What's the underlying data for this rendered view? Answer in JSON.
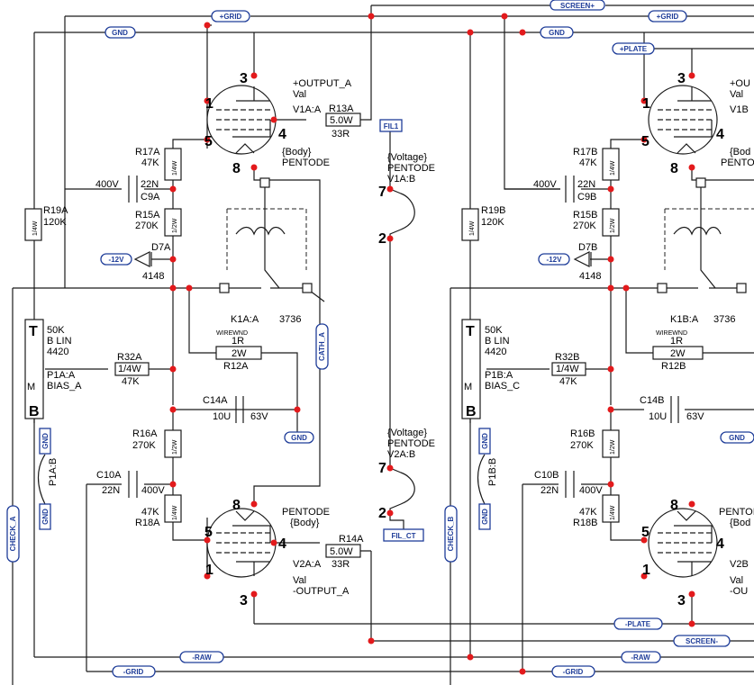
{
  "flags": {
    "plus_grid": "+GRID",
    "screen_plus": "SCREEN+",
    "gnd": "GND",
    "plus_plate": "+PLATE",
    "fil1": "FIL1",
    "minus_12v": "-12V",
    "cath_a": "CATH_A",
    "check_a": "CHECK_A",
    "check_b": "CHECK_B",
    "fil_ct": "FIL_CT",
    "minus_plate": "-PLATE",
    "screen_minus": "SCREEN-",
    "minus_raw": "-RAW",
    "minus_grid": "-GRID"
  },
  "tube_v1a": {
    "net": "+OUTPUT_A",
    "value": "Val",
    "ref": "V1A:A",
    "body": "{Body}",
    "type": "PENTODE",
    "pins": {
      "plate": "3",
      "grid1": "1",
      "grid2": "5",
      "cathode": "4",
      "heater": "8"
    }
  },
  "tube_v2a": {
    "net": "-OUTPUT_A",
    "value": "Val",
    "ref": "V2A:A",
    "body": "{Body}",
    "type": "PENTODE",
    "pins": {
      "plate": "3",
      "grid1": "1",
      "grid2": "5",
      "cathode": "4",
      "heater": "8"
    }
  },
  "tube_v1b": {
    "net": "+OU",
    "value": "Val",
    "ref": "V1B",
    "body": "{Bod",
    "type": "PENTO",
    "pins": {
      "plate": "3",
      "grid1": "1",
      "grid2": "5",
      "cathode": "4",
      "heater": "8"
    }
  },
  "tube_v2b": {
    "net": "-OU",
    "value": "Val",
    "ref": "V2B",
    "body": "{Bod",
    "type": "PENTOI",
    "pins": {
      "plate": "3",
      "grid1": "1",
      "grid2": "5",
      "cathode": "4",
      "heater": "8"
    }
  },
  "heater_a": {
    "voltage": "{Voltage}",
    "type": "PENTODE",
    "ref_top": "V1A:B",
    "ref_bot": "V2A:B",
    "pin7": "7",
    "pin2": "2"
  },
  "parts_a": {
    "r13": {
      "ref": "R13A",
      "body": "5.0W",
      "value": "33R"
    },
    "r14": {
      "ref": "R14A",
      "body": "5.0W",
      "value": "33R"
    },
    "r17": {
      "ref": "R17A",
      "value": "47K",
      "body": "1/4W"
    },
    "r15": {
      "ref": "R15A",
      "value": "270K",
      "body": "1/2W"
    },
    "r16": {
      "ref": "R16A",
      "value": "270K",
      "body": "1/2W"
    },
    "r18": {
      "ref": "R18A",
      "value": "47K",
      "body": "1/4W"
    },
    "r19": {
      "ref": "R19A",
      "value": "120K",
      "body": "1/4W"
    },
    "r32": {
      "ref": "R32A",
      "body": "1/4W",
      "value": "47K"
    },
    "r12": {
      "ref": "R12A",
      "value": "1R",
      "body": "2W",
      "note": "WIREWND"
    },
    "c9": {
      "ref": "C9A",
      "value": "22N",
      "voltage": "400V"
    },
    "c10": {
      "ref": "C10A",
      "value": "22N",
      "voltage": "400V"
    },
    "c14": {
      "ref": "C14A",
      "value": "10U",
      "voltage": "63V"
    },
    "d7": {
      "ref": "D7A",
      "value": "4148"
    },
    "k1": {
      "ref": "K1A:A",
      "value": "3736"
    },
    "p1": {
      "value": "50K",
      "taper": "B LIN",
      "part": "4420",
      "ref": "P1A:A",
      "net": "BIAS_A",
      "pin_t": "T",
      "pin_m": "M",
      "pin_b": "B"
    },
    "jumper": "P1A:B"
  },
  "parts_b": {
    "r17": {
      "ref": "R17B",
      "value": "47K",
      "body": "1/4W"
    },
    "r15": {
      "ref": "R15B",
      "value": "270K",
      "body": "1/2W"
    },
    "r16": {
      "ref": "R16B",
      "value": "270K",
      "body": "1/2W"
    },
    "r18": {
      "ref": "R18B",
      "value": "47K",
      "body": "1/4W"
    },
    "r19": {
      "ref": "R19B",
      "value": "120K",
      "body": "1/4W"
    },
    "r32": {
      "ref": "R32B",
      "body": "1/4W",
      "value": "47K"
    },
    "r12": {
      "ref": "R12B",
      "value": "1R",
      "body": "2W",
      "note": "WIREWND"
    },
    "c9": {
      "ref": "C9B",
      "value": "22N",
      "voltage": "400V"
    },
    "c10": {
      "ref": "C10B",
      "value": "22N",
      "voltage": "400V"
    },
    "c14": {
      "ref": "C14B",
      "value": "10U",
      "voltage": "63V"
    },
    "d7": {
      "ref": "D7B",
      "value": "4148"
    },
    "k1": {
      "ref": "K1B:A",
      "value": "3736"
    },
    "p1": {
      "value": "50K",
      "taper": "B LIN",
      "part": "4420",
      "ref": "P1B:A",
      "net": "BIAS_C",
      "pin_t": "T",
      "pin_m": "M",
      "pin_b": "B"
    },
    "jumper": "P1B:B"
  }
}
